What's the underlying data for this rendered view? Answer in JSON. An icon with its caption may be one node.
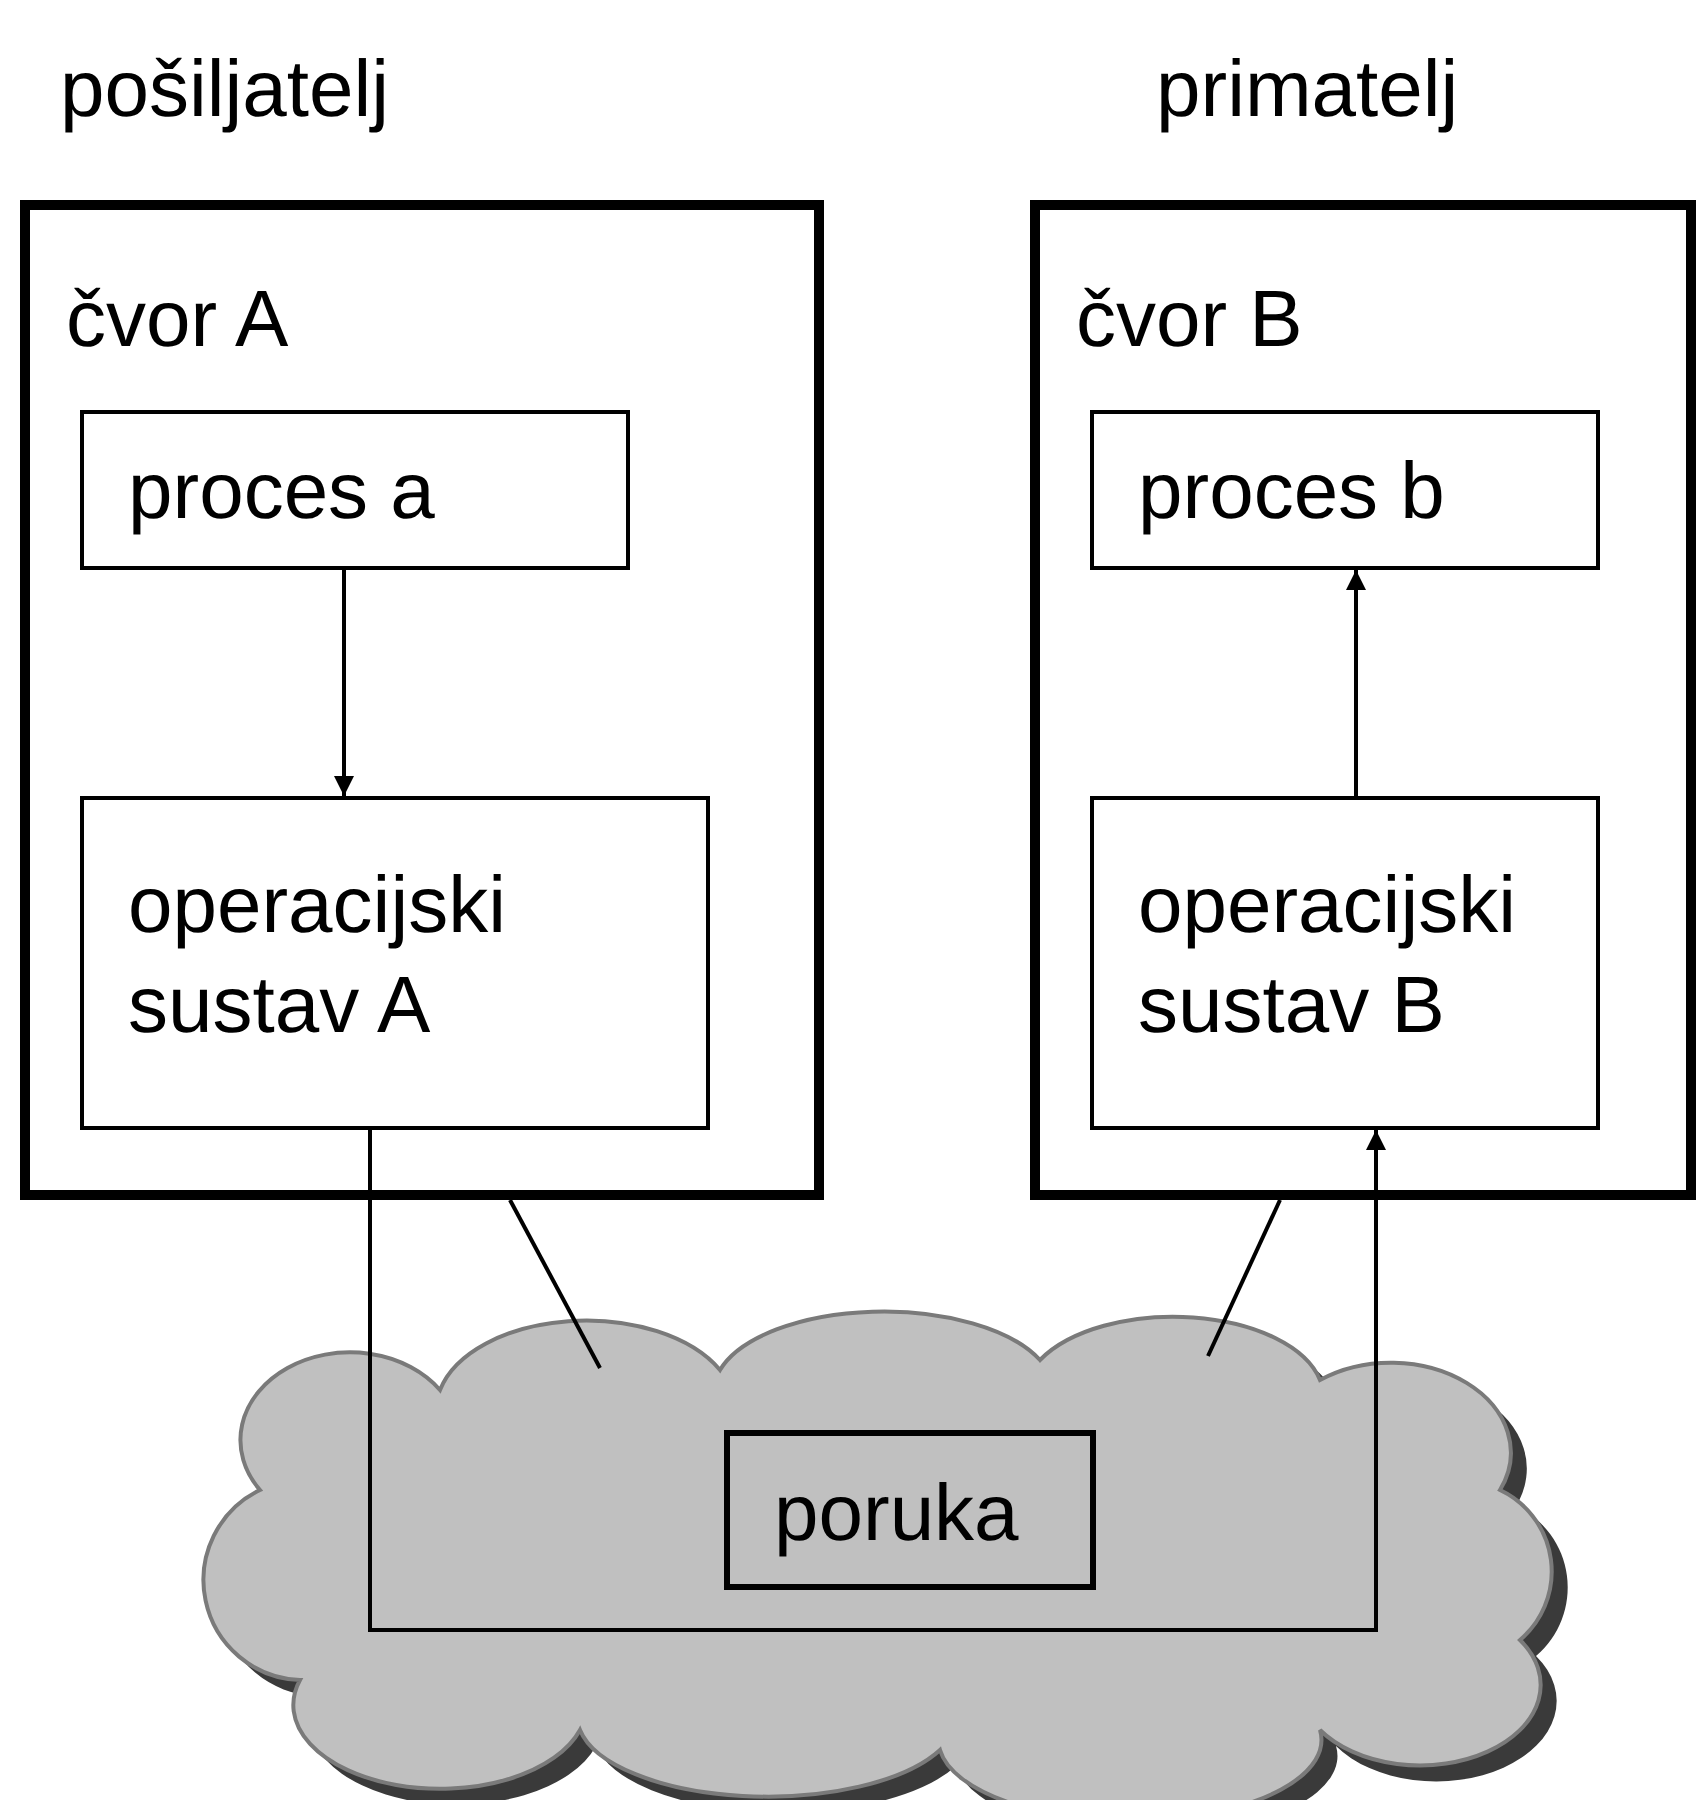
{
  "diagram": {
    "nodes": [
      {
        "text": [
          "čvor A"
        ]
      },
      {
        "text": [
          "proces a"
        ],
        "in": 0
      },
      {
        "text": [
          "operacijski sustav A"
        ],
        "in": 0
      },
      {
        "text": [
          "čvor B"
        ]
      },
      {
        "text": [
          "proces b"
        ],
        "in": 3
      },
      {
        "text": [
          "operacijski sustav B"
        ],
        "in": 3
      },
      {
        "text": [],
        "shape": "cloud"
      },
      {
        "text": [
          "poruka"
        ],
        "in": 6
      }
    ],
    "edges": [
      {
        "from": 1,
        "to": 2,
        "arrow": "to"
      },
      {
        "from": 5,
        "to": 4,
        "arrow": "to"
      },
      {
        "from": 2,
        "to": 5,
        "arrow": "to"
      },
      {
        "from": 0,
        "to": 6,
        "arrow": "none"
      },
      {
        "from": 3,
        "to": 6,
        "arrow": "none"
      }
    ],
    "labels": [
      "pošiljatelj",
      "primatelj"
    ]
  }
}
